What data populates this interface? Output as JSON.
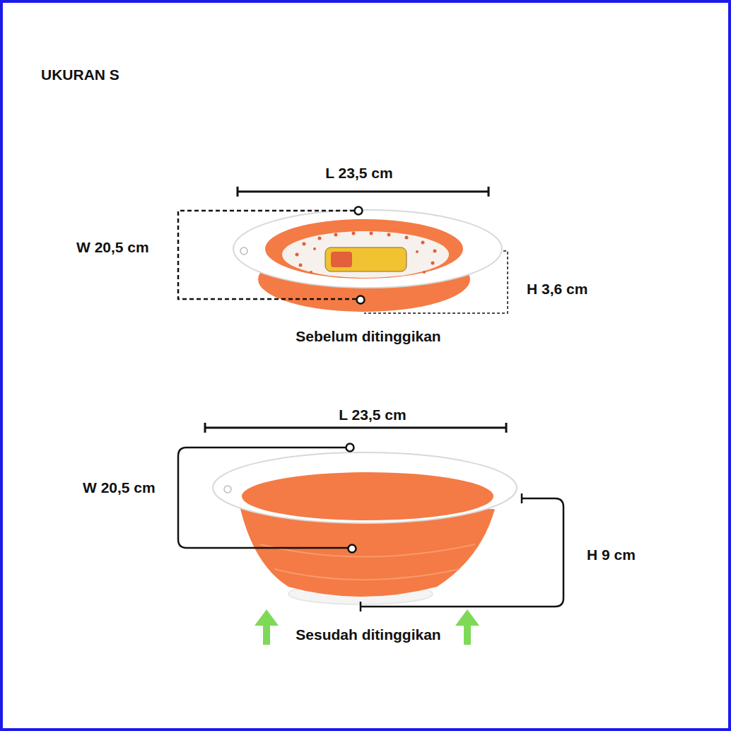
{
  "diagram": {
    "title": "UKURAN S",
    "labels": [
      "L 23,5 cm",
      "W 20,5 cm",
      "H 3,6 cm",
      "Sebelum ditinggikan",
      "L 23,5 cm",
      "W 20,5 cm",
      "H 9 cm",
      "Sesudah ditinggikan"
    ]
  }
}
